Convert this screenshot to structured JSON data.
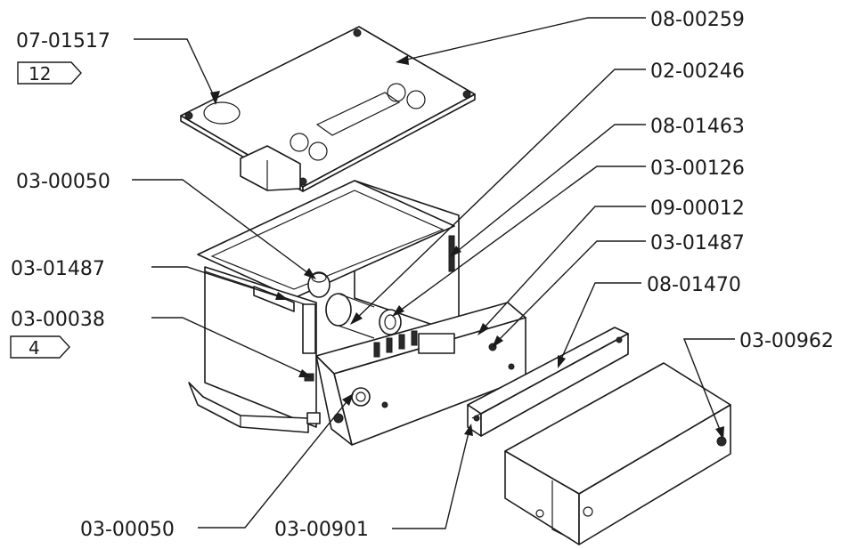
{
  "callouts": {
    "c07_01517": "07-01517",
    "c08_00259": "08-00259",
    "c02_00246": "02-00246",
    "c08_01463": "08-01463",
    "c03_00126": "03-00126",
    "c09_00012": "09-00012",
    "c03_01487_right": "03-01487",
    "c08_01470": "08-01470",
    "c03_00962": "03-00962",
    "c03_00050_left": "03-00050",
    "c03_01487_left": "03-01487",
    "c03_00038": "03-00038",
    "c03_00050_bottom": "03-00050",
    "c03_00901": "03-00901"
  },
  "quantity_flags": {
    "flag_top": "12",
    "flag_mid": "4"
  }
}
